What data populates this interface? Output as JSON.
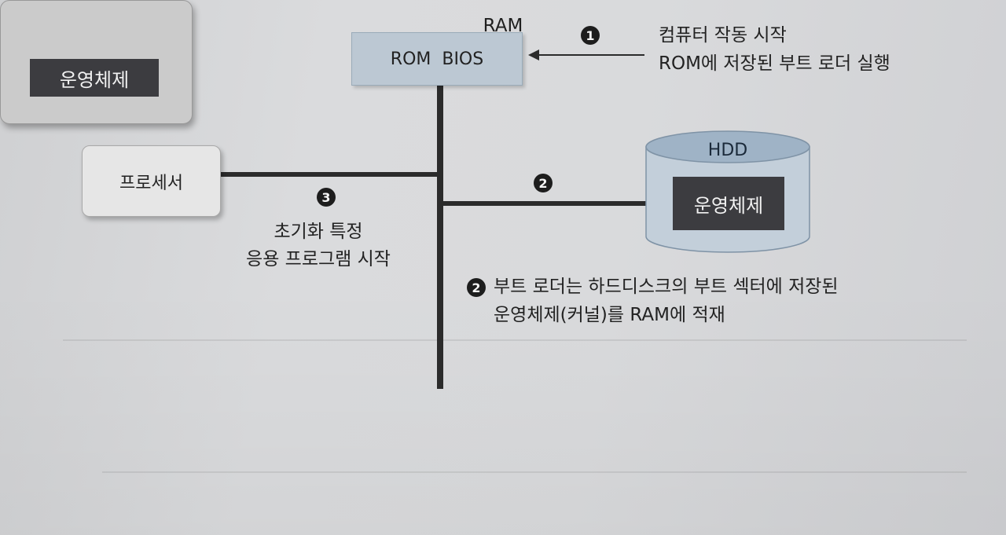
{
  "rom": {
    "label": "ROM  BIOS"
  },
  "processor": {
    "label": "프로세서"
  },
  "hdd": {
    "label": "HDD",
    "os_label": "운영체제"
  },
  "ram": {
    "label": "RAM",
    "os_label": "운영체제"
  },
  "step1": {
    "num": "1",
    "line1": "컴퓨터 작동 시작",
    "line2": "ROM에 저장된 부트 로더 실행"
  },
  "step2": {
    "num": "2",
    "line1": "부트 로더는 하드디스크의 부트 섹터에 저장된",
    "line2": "운영체제(커널)를 RAM에 적재"
  },
  "step3": {
    "num": "3",
    "line1": "초기화 특정",
    "line2": "응용 프로그램 시작"
  },
  "colors": {
    "rom_fill": "#bcc8d3",
    "hdd_top": "#9fb3c6",
    "hdd_body": "#c3cfda",
    "os_fill": "#3c3c40",
    "line": "#2b2b2b"
  }
}
